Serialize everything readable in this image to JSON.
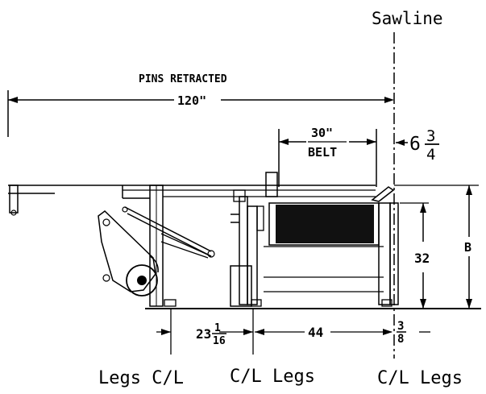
{
  "sawline_label": "Sawline",
  "pins_label": "PINS RETRACTED",
  "dimensions": {
    "overall_length": "120\"",
    "belt_width_value": "30\"",
    "belt_width_label": "BELT",
    "sawline_offset_whole": "6",
    "sawline_offset_num": "3",
    "sawline_offset_den": "4",
    "height_32": "32",
    "height_b": "B",
    "leg_offset_whole": "23",
    "leg_offset_num": "1",
    "leg_offset_den": "16",
    "leg_span": "44",
    "leg_end_num": "3",
    "leg_end_den": "8"
  },
  "leg_labels": {
    "left": "Legs C/L",
    "middle": "C/L Legs",
    "right": "C/L Legs"
  },
  "colors": {
    "ink": "#000000",
    "paper": "#ffffff"
  }
}
